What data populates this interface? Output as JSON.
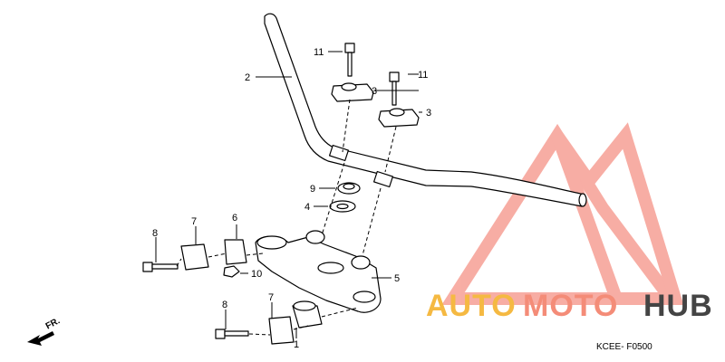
{
  "diagram_code": "KCEE- F0500",
  "direction_label": "FR.",
  "callouts": {
    "p1": "1",
    "p2": "2",
    "p3a": "3",
    "p3b": "3",
    "p4": "4",
    "p5": "5",
    "p6": "6",
    "p7a": "7",
    "p7b": "7",
    "p8a": "8",
    "p8b": "8",
    "p9": "9",
    "p10": "10",
    "p11a": "11",
    "p11b": "11"
  },
  "watermark": {
    "word1": "AUTO",
    "word2": "MOTO",
    "word3": "HUB",
    "colors": {
      "auto": "#f5b942",
      "moto": "#f48c78",
      "hub": "#444444",
      "logo": "#f26b5b"
    }
  }
}
